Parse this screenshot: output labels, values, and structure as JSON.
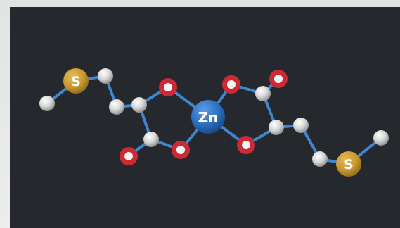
{
  "molecule": {
    "colors": {
      "background": "#25282c",
      "bond": "#3f86cf",
      "carbon": "#d9d9d9",
      "oxygen": "#cc2b36",
      "sulfur": "#c8982f",
      "zinc": "#2e6fc0"
    },
    "atoms": [
      {
        "id": "s1",
        "element": "S",
        "label": "S"
      },
      {
        "id": "c1",
        "element": "C",
        "label": ""
      },
      {
        "id": "c2",
        "element": "C",
        "label": ""
      },
      {
        "id": "c3",
        "element": "C",
        "label": ""
      },
      {
        "id": "c4",
        "element": "C",
        "label": ""
      },
      {
        "id": "c5",
        "element": "C",
        "label": ""
      },
      {
        "id": "o1",
        "element": "O",
        "label": ""
      },
      {
        "id": "o2",
        "element": "O",
        "label": ""
      },
      {
        "id": "o3",
        "element": "O",
        "label": ""
      },
      {
        "id": "zn",
        "element": "Zn",
        "label": "Zn"
      },
      {
        "id": "o4",
        "element": "O",
        "label": ""
      },
      {
        "id": "o5",
        "element": "O",
        "label": ""
      },
      {
        "id": "o6",
        "element": "O",
        "label": ""
      },
      {
        "id": "c6",
        "element": "C",
        "label": ""
      },
      {
        "id": "c7",
        "element": "C",
        "label": ""
      },
      {
        "id": "c8",
        "element": "C",
        "label": ""
      },
      {
        "id": "c9",
        "element": "C",
        "label": ""
      },
      {
        "id": "c10",
        "element": "C",
        "label": ""
      },
      {
        "id": "s2",
        "element": "S",
        "label": "S"
      }
    ],
    "bonds": [
      [
        "c1",
        "s1"
      ],
      [
        "s1",
        "c2"
      ],
      [
        "c2",
        "c3"
      ],
      [
        "c3",
        "c4"
      ],
      [
        "c4",
        "o1"
      ],
      [
        "c4",
        "c5"
      ],
      [
        "c5",
        "o2"
      ],
      [
        "c5",
        "o3"
      ],
      [
        "o1",
        "zn"
      ],
      [
        "o3",
        "zn"
      ],
      [
        "zn",
        "o4"
      ],
      [
        "zn",
        "o6"
      ],
      [
        "o4",
        "c6"
      ],
      [
        "o5",
        "c6"
      ],
      [
        "c6",
        "c7"
      ],
      [
        "o6",
        "c7"
      ],
      [
        "c7",
        "c8"
      ],
      [
        "c8",
        "c9"
      ],
      [
        "c9",
        "s2"
      ],
      [
        "s2",
        "c10"
      ]
    ]
  }
}
